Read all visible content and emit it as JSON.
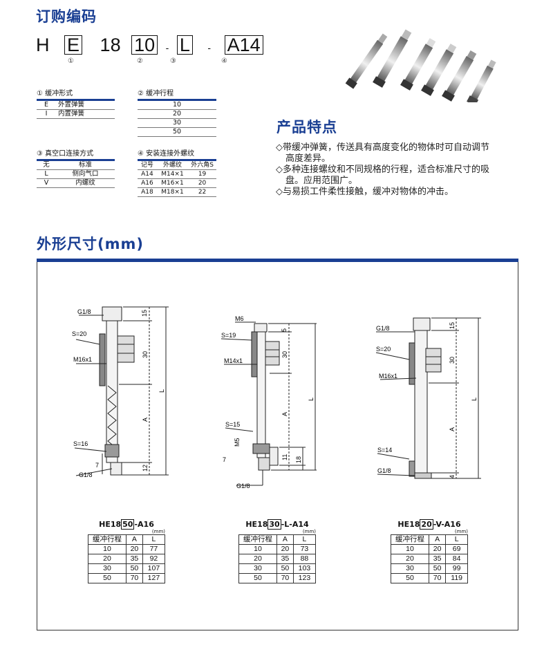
{
  "order_code": {
    "title": "订购编码",
    "code": {
      "prefix": "H",
      "e": "E",
      "size": "18",
      "stroke": "10",
      "dash1": "-",
      "conn": "L",
      "dash2": "-",
      "thread": "A14"
    },
    "markers": [
      "①",
      "②",
      "③",
      "④"
    ]
  },
  "spec_tables": {
    "buffer_type": {
      "title": "① 缓冲形式",
      "rows": [
        [
          "E",
          "外置弹簧"
        ],
        [
          "I",
          "内置弹簧"
        ]
      ]
    },
    "stroke": {
      "title": "② 缓冲行程",
      "rows": [
        "10",
        "20",
        "30",
        "50"
      ]
    },
    "vacuum_port": {
      "title": "③ 真空口连接方式",
      "rows": [
        [
          "无",
          "标准"
        ],
        [
          "L",
          "侧向气口"
        ],
        [
          "V",
          "内螺纹"
        ]
      ]
    },
    "thread": {
      "title": "④ 安装连接外螺纹",
      "header": [
        "记号",
        "外螺纹",
        "外六角S"
      ],
      "rows": [
        [
          "A14",
          "M14×1",
          "19"
        ],
        [
          "A16",
          "M16×1",
          "20"
        ],
        [
          "A18",
          "M18×1",
          "22"
        ]
      ]
    }
  },
  "features": {
    "title": "产品特点",
    "items": [
      "◇带缓冲弹簧，传送具有高度变化的物体时可自动调节",
      "高度差异。",
      "◇多种连接螺纹和不同规格的行程，适合标准尺寸的吸",
      "盘。应用范围广。",
      "◇与易损工件柔性接触，缓冲对物体的冲击。"
    ]
  },
  "dimensions": {
    "title": "外形尺寸(mm)",
    "drawings": [
      {
        "labels": {
          "g1": "G1/8",
          "s1": "S=20",
          "m": "M16x1",
          "s2": "S=16",
          "g2": "G1/8",
          "d15": "15",
          "d30": "30",
          "dA": "A",
          "dL": "L",
          "d12": "12",
          "d7": "7"
        }
      },
      {
        "labels": {
          "m6": "M6",
          "s1": "S=19",
          "m": "M14x1",
          "s2": "S=15",
          "m5": "M5",
          "g": "G1/8",
          "d5": "5",
          "d30": "30",
          "dA": "A",
          "dL": "L",
          "d11": "11",
          "d18": "18",
          "d7": "7"
        }
      },
      {
        "labels": {
          "g1": "G1/8",
          "s1": "S=20",
          "m": "M16x1",
          "s2": "S=14",
          "g2": "G1/8",
          "d15": "15",
          "d30": "30",
          "dA": "A",
          "dL": "L",
          "d4": "4"
        }
      }
    ],
    "tables": [
      {
        "pre": "HE18",
        "boxed": "50",
        "post": "-A16",
        "unit": "(mm)",
        "header": [
          "缓冲行程",
          "A",
          "L"
        ],
        "rows": [
          [
            "10",
            "20",
            "77"
          ],
          [
            "20",
            "35",
            "92"
          ],
          [
            "30",
            "50",
            "107"
          ],
          [
            "50",
            "70",
            "127"
          ]
        ]
      },
      {
        "pre": "HE18",
        "boxed": "30",
        "post": "-L-A14",
        "unit": "(mm)",
        "header": [
          "缓冲行程",
          "A",
          "L"
        ],
        "rows": [
          [
            "10",
            "20",
            "73"
          ],
          [
            "20",
            "35",
            "88"
          ],
          [
            "30",
            "50",
            "103"
          ],
          [
            "50",
            "70",
            "123"
          ]
        ]
      },
      {
        "pre": "HE18",
        "boxed": "20",
        "post": "-V-A16",
        "unit": "(mm)",
        "header": [
          "缓冲行程",
          "A",
          "L"
        ],
        "rows": [
          [
            "10",
            "20",
            "69"
          ],
          [
            "20",
            "35",
            "84"
          ],
          [
            "30",
            "50",
            "99"
          ],
          [
            "50",
            "70",
            "119"
          ]
        ]
      }
    ]
  },
  "colors": {
    "accent": "#1a3f93"
  }
}
